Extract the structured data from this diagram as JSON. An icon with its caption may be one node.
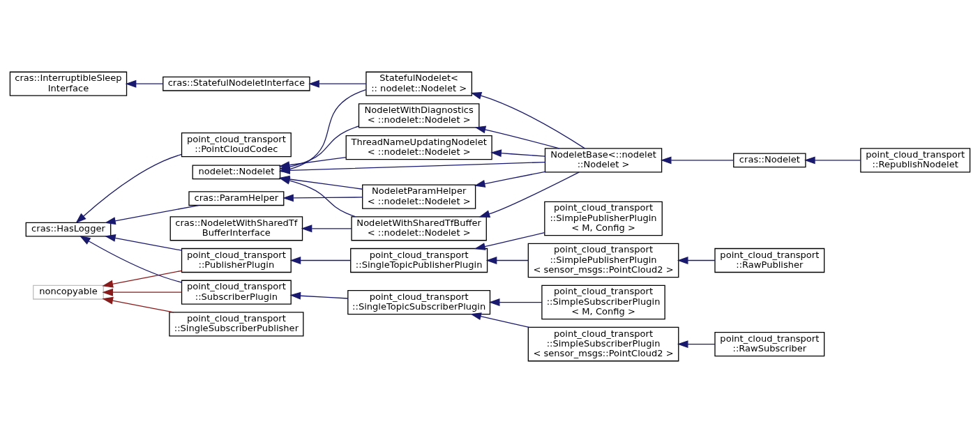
{
  "diagram": {
    "nodes": [
      {
        "text": [
          "cras::InterruptibleSleep Interface"
        ]
      },
      {
        "text": [
          "cras::HasLogger"
        ]
      },
      {
        "text": [
          "noncopyable"
        ]
      },
      {
        "text": [
          "cras::NodeletWithSharedTf BufferInterface"
        ]
      },
      {
        "text": [
          "nodelet::Nodelet"
        ]
      },
      {
        "text": [
          "cras::StatefulNodeletInterface"
        ]
      },
      {
        "text": [
          "point_cloud_transport ::PointCloudCodec"
        ]
      },
      {
        "text": [
          "cras::ParamHelper"
        ]
      },
      {
        "text": [
          "point_cloud_transport ::PublisherPlugin"
        ]
      },
      {
        "text": [
          "point_cloud_transport ::SubscriberPlugin"
        ]
      },
      {
        "text": [
          "point_cloud_transport ::SingleSubscriberPublisher"
        ]
      },
      {
        "text": [
          "NodeletWithSharedTfBuffer < ::nodelet::Nodelet >"
        ]
      },
      {
        "text": [
          "NodeletWithDiagnostics < ::nodelet::Nodelet >"
        ]
      },
      {
        "text": [
          "ThreadNameUpdatingNodelet < ::nodelet::Nodelet >"
        ]
      },
      {
        "text": [
          "StatefulNodelet< :: nodelet::Nodelet >"
        ]
      },
      {
        "text": [
          "NodeletParamHelper < ::nodelet::Nodelet >"
        ]
      },
      {
        "text": [
          "point_cloud_transport ::SingleTopicPublisherPlugin"
        ]
      },
      {
        "text": [
          "point_cloud_transport ::SingleTopicSubscriberPlugin"
        ]
      },
      {
        "text": [
          "NodeletBase<::nodelet ::Nodelet >"
        ]
      },
      {
        "text": [
          "point_cloud_transport ::SimplePublisherPlugin < sensor_msgs::PointCloud2 >"
        ]
      },
      {
        "text": [
          "point_cloud_transport ::SimplePublisherPlugin < M, Config >"
        ]
      },
      {
        "text": [
          "point_cloud_transport ::SimpleSubscriberPlugin < sensor_msgs::PointCloud2 >"
        ]
      },
      {
        "text": [
          "point_cloud_transport ::SimpleSubscriberPlugin < M, Config >"
        ]
      },
      {
        "text": [
          "cras::Nodelet"
        ]
      },
      {
        "text": [
          "point_cloud_transport ::RawPublisher"
        ]
      },
      {
        "text": [
          "point_cloud_transport ::RawSubscriber"
        ]
      },
      {
        "text": [
          "point_cloud_transport ::RepublishNodelet"
        ]
      }
    ],
    "edges": [
      {
        "from": 11,
        "to": 3,
        "arrow": "to"
      },
      {
        "from": 11,
        "to": 4,
        "arrow": "to"
      },
      {
        "from": 12,
        "to": 4,
        "arrow": "to"
      },
      {
        "from": 13,
        "to": 4,
        "arrow": "to"
      },
      {
        "from": 18,
        "to": 4,
        "arrow": "to"
      },
      {
        "from": 14,
        "to": 4,
        "arrow": "to"
      },
      {
        "from": 15,
        "to": 4,
        "arrow": "to"
      },
      {
        "from": 18,
        "to": 11,
        "arrow": "to"
      },
      {
        "from": 18,
        "to": 12,
        "arrow": "to"
      },
      {
        "from": 18,
        "to": 13,
        "arrow": "to"
      },
      {
        "from": 18,
        "to": 14,
        "arrow": "to"
      },
      {
        "from": 18,
        "to": 15,
        "arrow": "to"
      },
      {
        "from": 23,
        "to": 18,
        "arrow": "to"
      },
      {
        "from": 26,
        "to": 23,
        "arrow": "to"
      },
      {
        "from": 5,
        "to": 0,
        "arrow": "to"
      },
      {
        "from": 14,
        "to": 5,
        "arrow": "to"
      },
      {
        "from": 6,
        "to": 1,
        "arrow": "to"
      },
      {
        "from": 7,
        "to": 1,
        "arrow": "to"
      },
      {
        "from": 8,
        "to": 1,
        "arrow": "to"
      },
      {
        "from": 9,
        "to": 1,
        "arrow": "to"
      },
      {
        "from": 15,
        "to": 7,
        "arrow": "to"
      },
      {
        "from": 8,
        "to": 2,
        "arrow": "to",
        "color": "#8b1a1a"
      },
      {
        "from": 9,
        "to": 2,
        "arrow": "to",
        "color": "#8b1a1a"
      },
      {
        "from": 10,
        "to": 2,
        "arrow": "to",
        "color": "#8b1a1a"
      },
      {
        "from": 16,
        "to": 8,
        "arrow": "to"
      },
      {
        "from": 17,
        "to": 9,
        "arrow": "to"
      },
      {
        "from": 19,
        "to": 16,
        "arrow": "to"
      },
      {
        "from": 20,
        "to": 16,
        "arrow": "to"
      },
      {
        "from": 21,
        "to": 17,
        "arrow": "to"
      },
      {
        "from": 22,
        "to": 17,
        "arrow": "to"
      },
      {
        "from": 24,
        "to": 19,
        "arrow": "to"
      },
      {
        "from": 25,
        "to": 21,
        "arrow": "to"
      }
    ]
  }
}
